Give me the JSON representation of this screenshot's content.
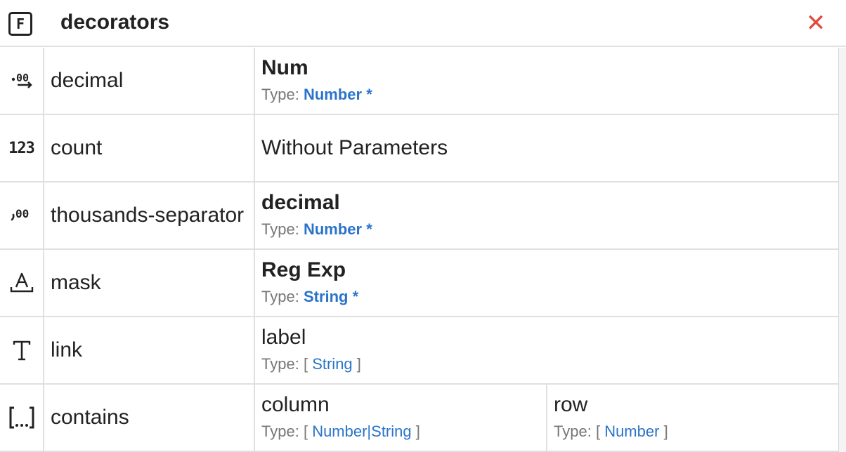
{
  "header": {
    "title": "decorators",
    "icon": "function-icon",
    "close": "close-icon",
    "accent": "#e04b3d"
  },
  "type_label": "Type:",
  "type_color": "#2a74c9",
  "rows": [
    {
      "name": "decimal",
      "icon": "decimal-places-icon",
      "params": [
        {
          "name": "Num",
          "type": "Number",
          "required": true,
          "star": "*"
        }
      ]
    },
    {
      "name": "count",
      "icon": "numbers-icon",
      "no_params": "Without Parameters",
      "params": []
    },
    {
      "name": "thousands-separator",
      "icon": "thousands-separator-icon",
      "params": [
        {
          "name": "decimal",
          "type": "Number",
          "required": true,
          "star": "*"
        }
      ]
    },
    {
      "name": "mask",
      "icon": "text-mask-icon",
      "params": [
        {
          "name": "Reg Exp",
          "type": "String",
          "required": true,
          "star": "*"
        }
      ]
    },
    {
      "name": "link",
      "icon": "text-icon",
      "params": [
        {
          "name": "label",
          "type": "String",
          "required": false,
          "open": "[",
          "close": "]"
        }
      ]
    },
    {
      "name": "contains",
      "icon": "array-brackets-icon",
      "params": [
        {
          "name": "column",
          "type": "Number|String",
          "required": false,
          "open": "[",
          "close": "]"
        },
        {
          "name": "row",
          "type": "Number",
          "required": false,
          "open": "[",
          "close": "]"
        }
      ]
    }
  ]
}
